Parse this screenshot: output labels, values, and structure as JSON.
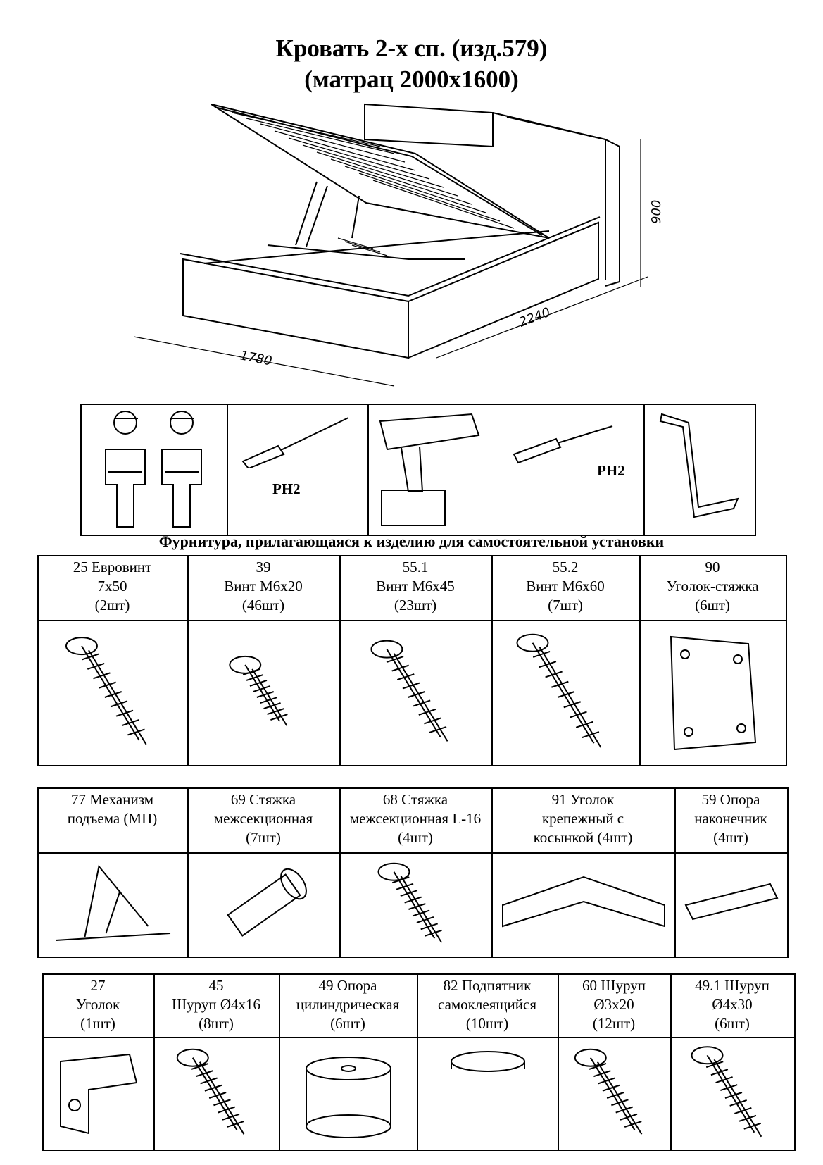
{
  "header": {
    "title_line1": "Кровать 2-х сп. (изд.579)",
    "title_line2": "(матрац 2000х1600)"
  },
  "dimensions": {
    "width": "1780",
    "length": "2240",
    "height": "900"
  },
  "tools": {
    "screwdriver_label": "PH2",
    "drill_bit_label": "PH2"
  },
  "hardware_title": "Фурнитура, прилагающаяся к изделию для самостоятельной установки",
  "row1": [
    {
      "l1": "25   Евровинт",
      "l2": "7х50",
      "l3": "(2шт)"
    },
    {
      "l1": "39",
      "l2": "Винт М6х20",
      "l3": "(46шт)"
    },
    {
      "l1": "55.1",
      "l2": "Винт М6х45",
      "l3": "(23шт)"
    },
    {
      "l1": "55.2",
      "l2": "Винт М6х60",
      "l3": "(7шт)"
    },
    {
      "l1": "90",
      "l2": "Уголок-стяжка",
      "l3": "(6шт)"
    }
  ],
  "row2": [
    {
      "l1": "77  Механизм",
      "l2": "подъема (МП)",
      "l3": ""
    },
    {
      "l1": "69 Стяжка",
      "l2": "межсекционная",
      "l3": "(7шт)"
    },
    {
      "l1": "68 Стяжка",
      "l2": "межсекционная L-16",
      "l3": "(4шт)"
    },
    {
      "l1": "91  Уголок",
      "l2": "крепежный с",
      "l3": "косынкой (4шт)"
    },
    {
      "l1": "59  Опора",
      "l2": "наконечник",
      "l3": "(4шт)"
    }
  ],
  "row3": [
    {
      "l1": "27",
      "l2": "Уголок",
      "l3": "(1шт)"
    },
    {
      "l1": "45",
      "l2": "Шуруп Ø4х16",
      "l3": "(8шт)"
    },
    {
      "l1": "49  Опора",
      "l2": "цилиндрическая",
      "l3": "(6шт)"
    },
    {
      "l1": "82 Подпятник",
      "l2": "самоклеящийся",
      "l3": "(10шт)"
    },
    {
      "l1": "60  Шуруп",
      "l2": "Ø3х20",
      "l3": "(12шт)"
    },
    {
      "l1": "49.1  Шуруп",
      "l2": "Ø4х30",
      "l3": "(6шт)"
    }
  ]
}
